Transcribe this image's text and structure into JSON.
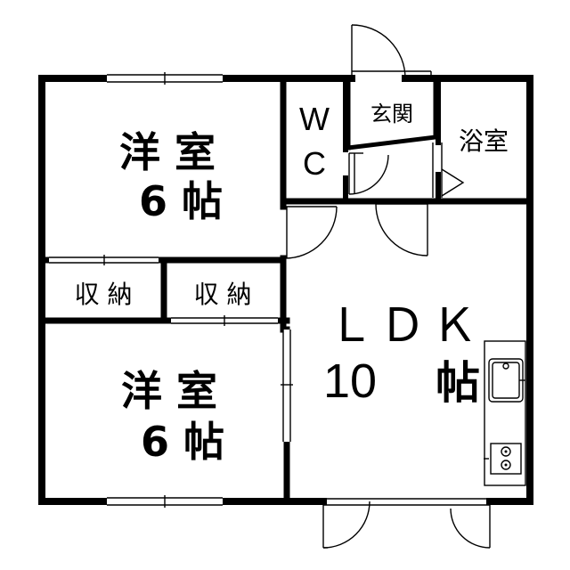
{
  "rooms": {
    "western_top": {
      "name": "洋 室",
      "size": "6 帖"
    },
    "western_bottom": {
      "name": "洋 室",
      "size": "6 帖"
    },
    "closet_left": "収 納",
    "closet_right": "収 納",
    "toilet_line1": "W",
    "toilet_line2": "C",
    "entrance": "玄関",
    "bath": "浴室",
    "ldk_name": "ＬＤＫ",
    "ldk_size_num": "10",
    "ldk_size_unit": "帖"
  },
  "icons": [
    "door-swing-icon",
    "window-icon",
    "sink-icon",
    "stove-icon"
  ]
}
